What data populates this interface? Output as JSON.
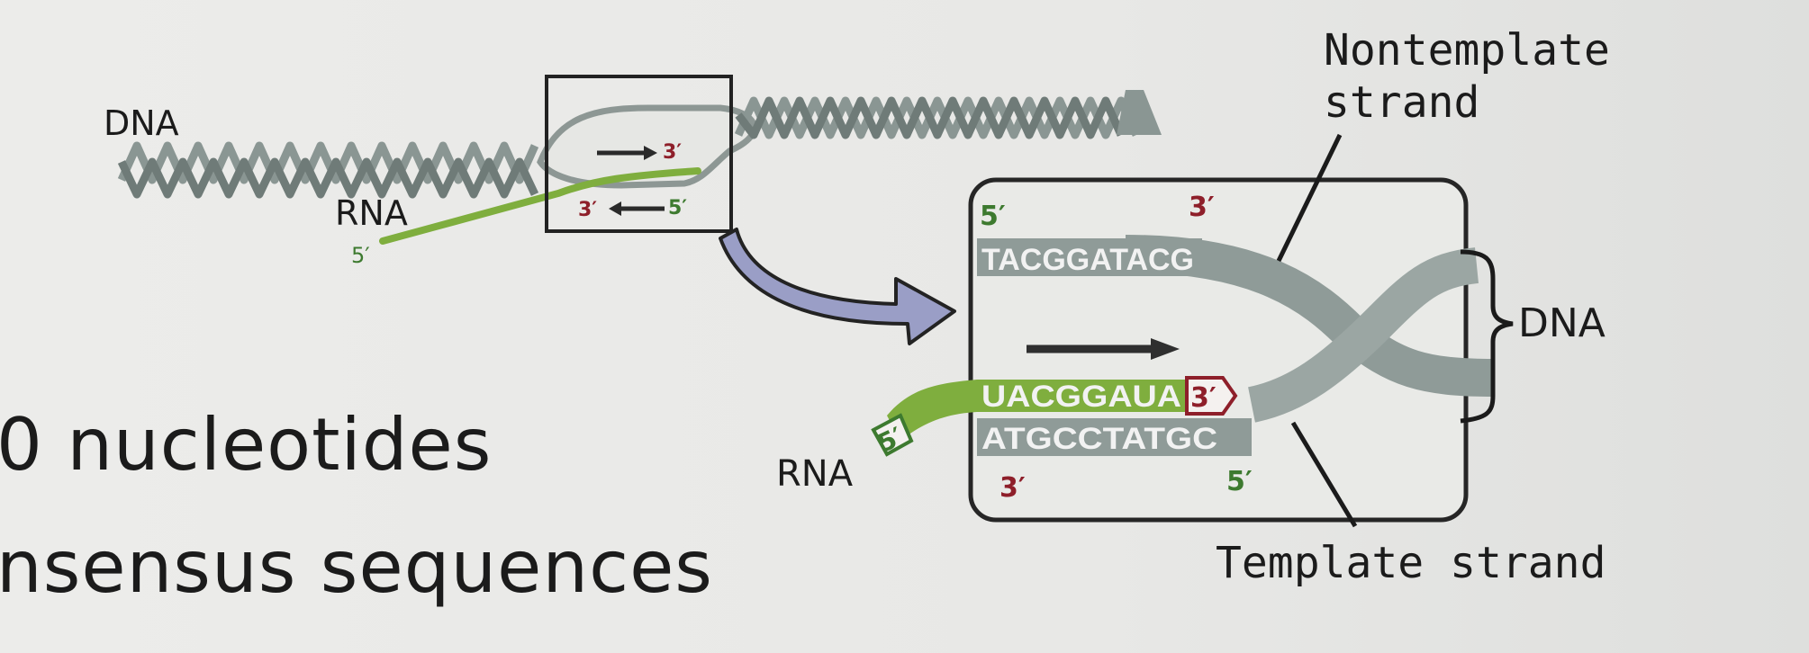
{
  "diagram": {
    "overview": {
      "dna_label": "DNA",
      "rna_label": "RNA",
      "rna_5prime": "5′",
      "box_top_3prime": "3′",
      "box_bottom_3prime": "3′",
      "box_bottom_5prime": "5′"
    },
    "detail": {
      "nontemplate_label_line1": "Nontemplate",
      "nontemplate_label_line2": "strand",
      "template_label": "Template strand",
      "dna_brace_label": "DNA",
      "rna_label": "RNA",
      "nontemplate_5prime": "5′",
      "nontemplate_3prime": "3′",
      "nontemplate_sequence": "TACGGATACG",
      "rna_sequence": "UACGGAUA",
      "rna_3prime": "3′",
      "rna_5prime": "5′",
      "template_sequence": "ATGCCTATGC",
      "template_3prime": "3′",
      "template_5prime": "5′"
    },
    "colors": {
      "rna_green": "#7fae3e",
      "dna_gray": "#8f9b98",
      "red_label": "#8e1f2a",
      "green_label": "#3d7a2f",
      "arrow_fill": "#9a9ec6"
    }
  },
  "side_text": {
    "line1": "0 nucleotides",
    "line2": "nsensus sequences"
  }
}
